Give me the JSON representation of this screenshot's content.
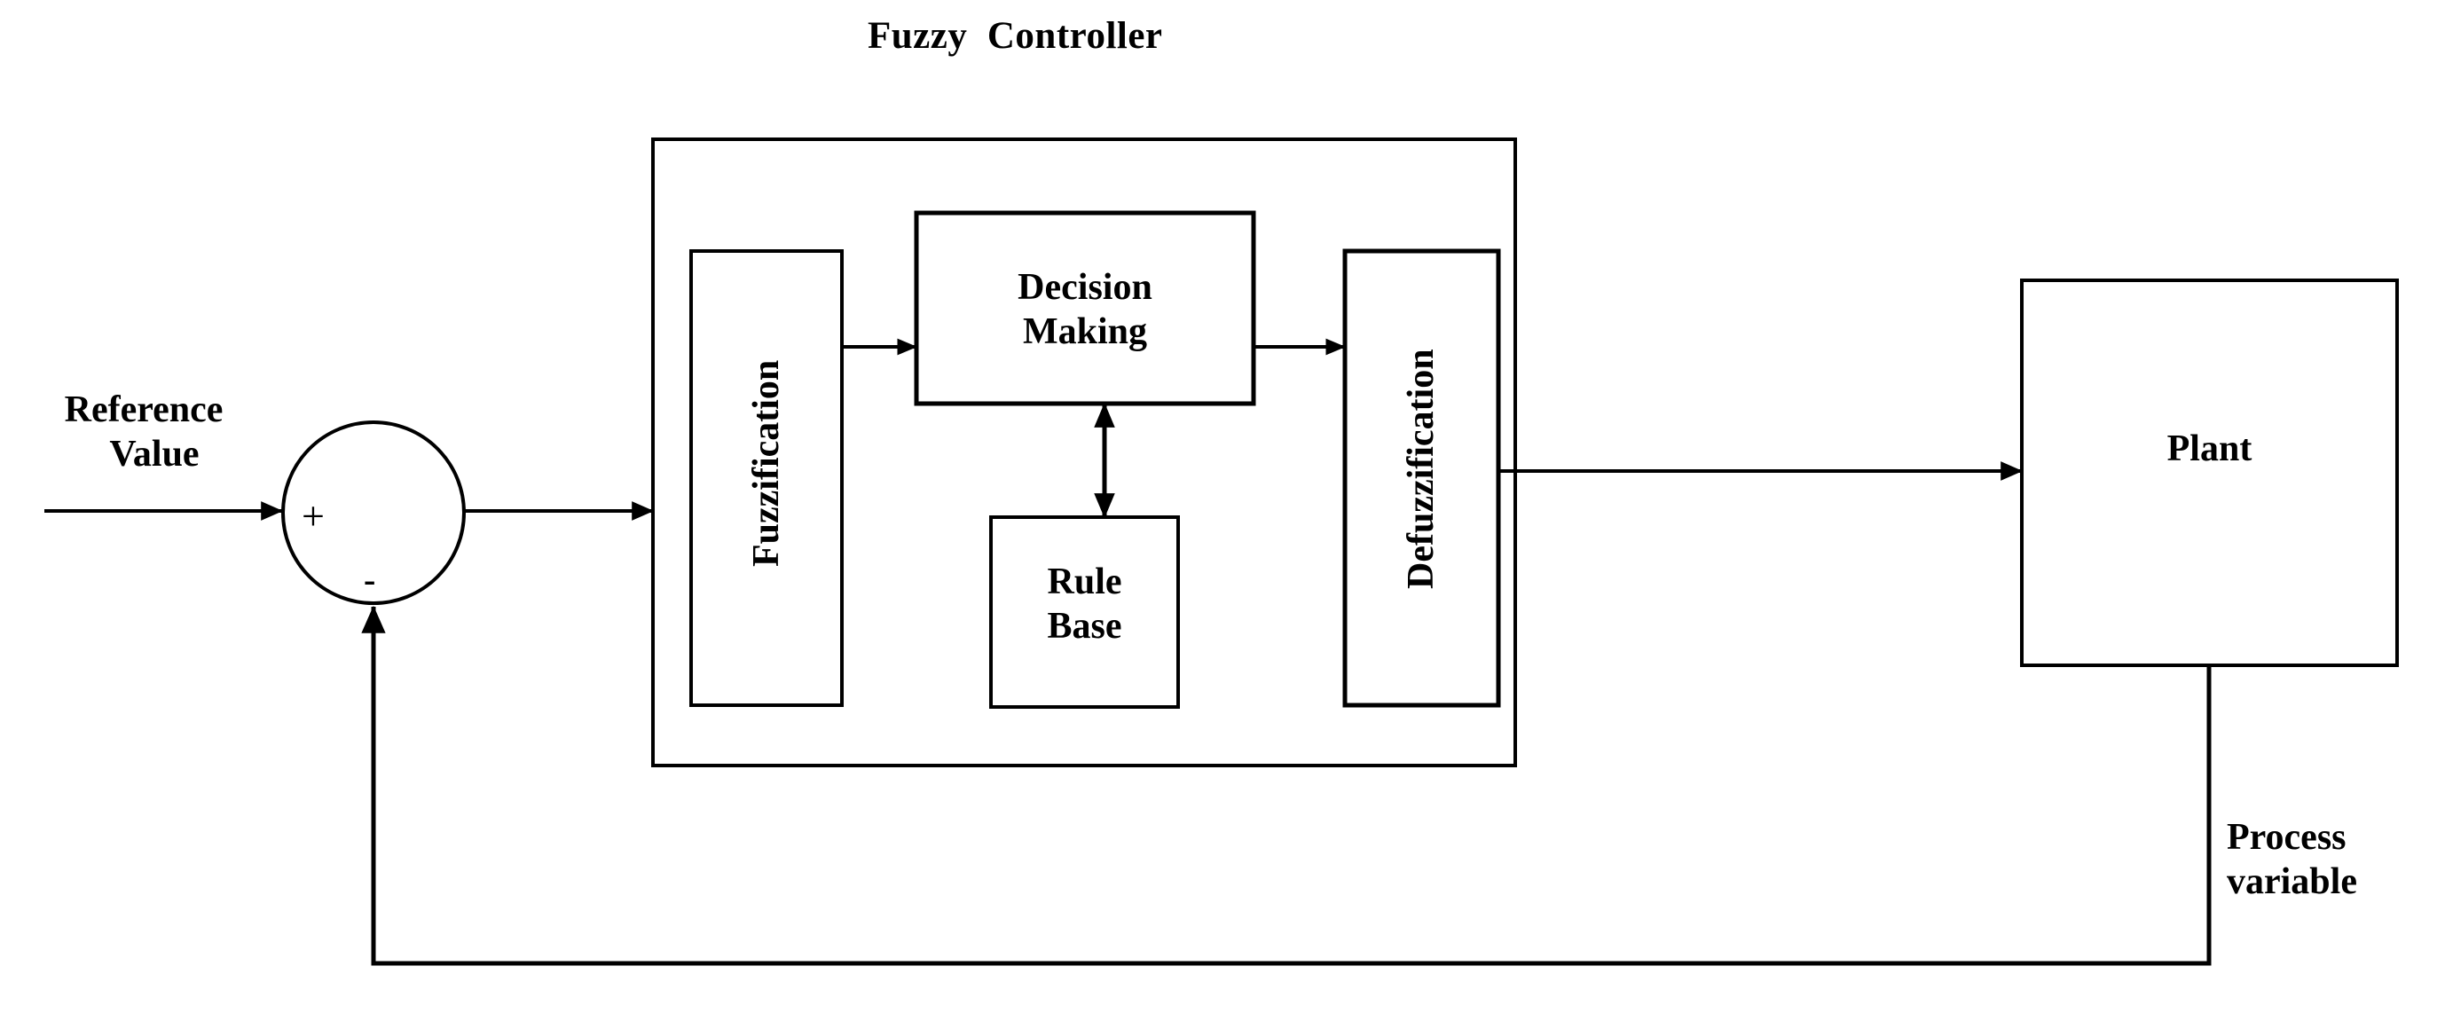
{
  "diagram": {
    "title": "Fuzzy  Controller",
    "stroke_color": "#000000",
    "background_color": "#ffffff",
    "blocks": {
      "fuzzy_controller": {
        "label": "Fuzzy  Controller"
      },
      "fuzzification": {
        "label": "Fuzzification"
      },
      "decision_making": {
        "label_line1": "Decision",
        "label_line2": "Making"
      },
      "rule_base": {
        "label_line1": "Rule",
        "label_line2": "Base"
      },
      "defuzzification": {
        "label": "Defuzzification"
      },
      "plant": {
        "label": "Plant"
      }
    },
    "signals": {
      "reference": {
        "label_line1": "Reference",
        "label_line2": "Value"
      },
      "process_variable": {
        "label_line1": "Process",
        "label_line2": "variable"
      }
    },
    "summing_junction": {
      "plus_sign": "+",
      "minus_sign": "-"
    }
  }
}
